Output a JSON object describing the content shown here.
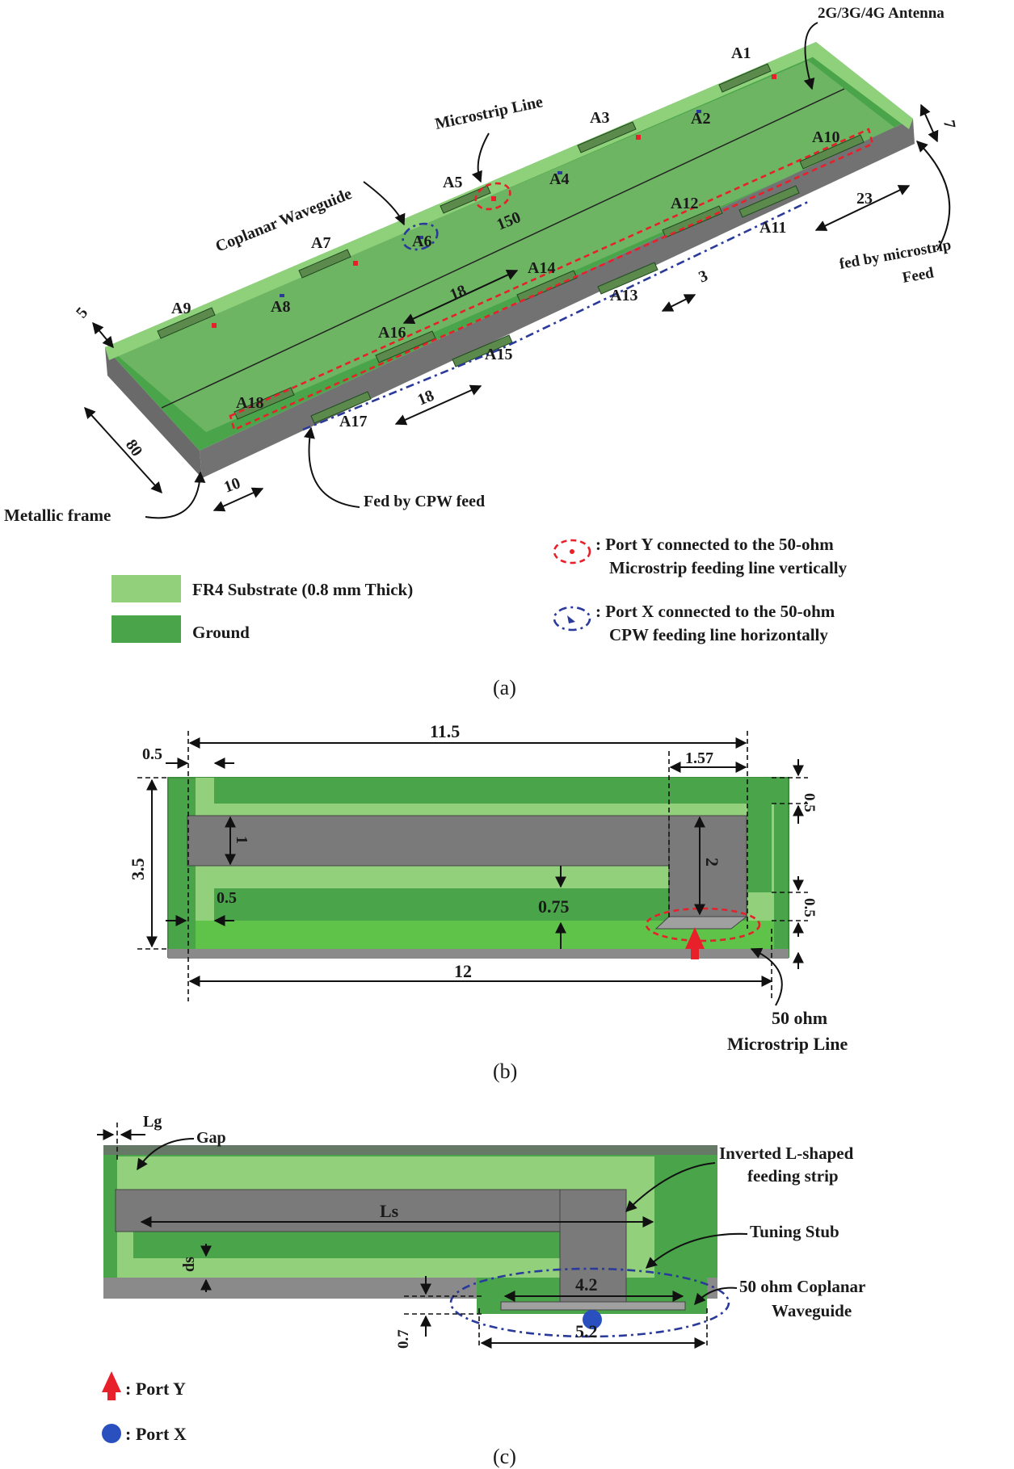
{
  "panel_a": {
    "caption": "(a)",
    "labels": {
      "antenna": "2G/3G/4G Antenna",
      "microstrip_line": "Microstrip Line",
      "cpw": "Coplanar Waveguide",
      "fed_microstrip_1": "fed by microstrip",
      "fed_microstrip_2": "Feed",
      "fed_cpw": "Fed by CPW feed",
      "metallic_frame": "Metallic frame"
    },
    "elements": [
      "A1",
      "A2",
      "A3",
      "A4",
      "A5",
      "A6",
      "A7",
      "A8",
      "A9",
      "A10",
      "A11",
      "A12",
      "A13",
      "A14",
      "A15",
      "A16",
      "A17",
      "A18"
    ],
    "dims": {
      "d7": "7",
      "d23": "23",
      "d150": "150",
      "d18a": "18",
      "d18b": "18",
      "d3": "3",
      "d5": "5",
      "d80": "80",
      "d10": "10"
    },
    "legend": {
      "substrate": "FR4 Substrate (0.8 mm Thick)",
      "ground": "Ground",
      "port_y_1": ": Port Y connected to the 50-ohm",
      "port_y_2": "Microstrip feeding line vertically",
      "port_x_1": ": Port X connected to the 50-ohm",
      "port_x_2": "CPW feeding line horizontally"
    },
    "colors": {
      "substrate": "#93d07c",
      "ground": "#4aa54a",
      "frame": "#6f6f6f",
      "port_y": "#e8202a",
      "port_x": "#2a3a9a"
    }
  },
  "panel_b": {
    "caption": "(b)",
    "dims": {
      "d11_5": "11.5",
      "d0_5_top": "0.5",
      "d1_57": "1.57",
      "d3_5": "3.5",
      "d1": "1",
      "d2": "2",
      "d0_5_r1": "0.5",
      "d0_5_r2": "0.5",
      "d0_5_left": "0.5",
      "d0_75": "0.75",
      "d12": "12"
    },
    "label_1": "50 ohm",
    "label_2": "Microstrip Line"
  },
  "panel_c": {
    "caption": "(c)",
    "labels": {
      "lg": "Lg",
      "gap": "Gap",
      "ls": "Ls",
      "ds": "ds",
      "d0_7": "0.7",
      "d4_2": "4.2",
      "d5_2": "5.2",
      "inverted_1": "Inverted L-shaped",
      "inverted_2": "feeding strip",
      "tuning": "Tuning Stub",
      "cpw_1": "50 ohm Coplanar",
      "cpw_2": "Waveguide"
    },
    "legend": {
      "port_y": ": Port Y",
      "port_x": ": Port X"
    }
  }
}
